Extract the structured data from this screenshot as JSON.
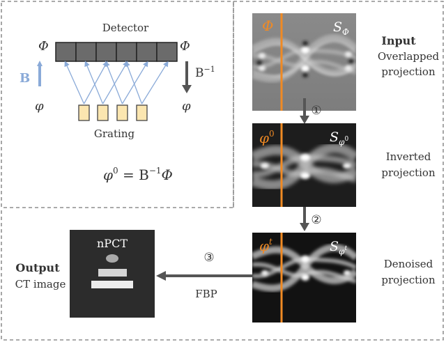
{
  "colors": {
    "accent_orange": "#f08a24",
    "blue_arrow": "#8aaad8",
    "dark_arrow": "#555555",
    "dashed_border": "#777777",
    "detector_fill": "#6b6b6b",
    "grating_fill": "#fbe6b0",
    "grating_stroke": "#444444"
  },
  "system": {
    "detector_label": "Detector",
    "grating_label": "Grating",
    "phi_left": "Φ",
    "phi_right": "Φ",
    "varphi_left": "φ",
    "varphi_right": "φ",
    "forward_op": "B",
    "inverse_op": "B",
    "inverse_op_sup": "−1",
    "equation": {
      "lhs": "φ",
      "lhs_sup": "0",
      "equals": " = B",
      "op_sup": "−1",
      "rhs": "Φ"
    },
    "detector_cells": 6,
    "grating_cells": 4
  },
  "pipeline": {
    "input": {
      "corner_label": "Φ",
      "sino_label": "S",
      "sino_sub": "Φ",
      "title": "Input",
      "desc_line1": "Overlapped",
      "desc_line2": "projection"
    },
    "step1": "①",
    "inverted": {
      "corner_label": "φ",
      "corner_sup": "0",
      "sino_label": "S",
      "sino_sub": "φ",
      "sino_sub_sup": "0",
      "desc_line1": "Inverted",
      "desc_line2": "projection"
    },
    "step2": "②",
    "denoised": {
      "corner_label": "φ",
      "corner_sup": "t",
      "sino_label": "S",
      "sino_sub": "φ",
      "sino_sub_sup": "t",
      "desc_line1": "Denoised",
      "desc_line2": "projection"
    },
    "step3": "③",
    "fbp_label": "FBP",
    "output": {
      "image_title": "nPCT",
      "title": "Output",
      "desc": "CT image"
    }
  }
}
